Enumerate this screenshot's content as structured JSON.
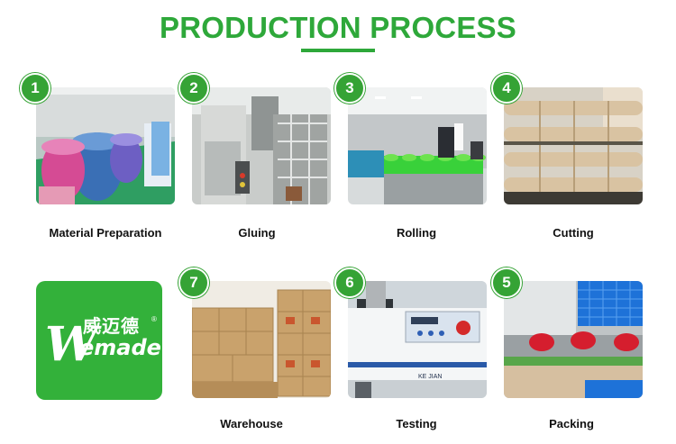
{
  "header": {
    "title": "PRODUCTION PROCESS"
  },
  "steps": [
    {
      "number": "1",
      "label": "Material Preparation"
    },
    {
      "number": "2",
      "label": "Gluing"
    },
    {
      "number": "3",
      "label": "Rolling"
    },
    {
      "number": "4",
      "label": "Cutting"
    },
    {
      "number": "7",
      "label": "Warehouse"
    },
    {
      "number": "6",
      "label": "Testing"
    },
    {
      "number": "5",
      "label": "Packing"
    }
  ],
  "logo": {
    "cjk": "威迈德",
    "wordmark": "emade",
    "initial": "W",
    "registered": "®"
  },
  "machine_text": {
    "brand": "KE JIAN"
  },
  "colors": {
    "accent": "#2ea83a",
    "badge": "#35a335",
    "logo_bg": "#33b13a"
  }
}
